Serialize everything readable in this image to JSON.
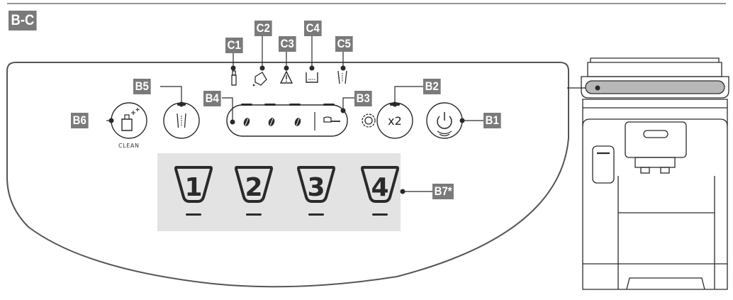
{
  "section_label": "B-C",
  "callouts": {
    "B1": "B1",
    "B2": "B2",
    "B3": "B3",
    "B4": "B4",
    "B5": "B5",
    "B6": "B6",
    "B7": "B7*",
    "C1": "C1",
    "C2": "C2",
    "C3": "C3",
    "C4": "C4",
    "C5": "C5"
  },
  "buttons": {
    "clean_label": "CLEAN",
    "double_label": "x2"
  },
  "presets": [
    {
      "number": "1"
    },
    {
      "number": "2"
    },
    {
      "number": "3"
    },
    {
      "number": "4"
    }
  ],
  "colors": {
    "line": "#2a2a2a",
    "tag_bg": "#7a7a7a",
    "panel_fill": "#e6e6e6",
    "preset_bg": "#e3e3e3",
    "led": "#2a2a2a"
  },
  "icons": {
    "C1": "milk-tube-icon",
    "C2": "descale-icon",
    "C3": "warning-icon",
    "C4": "water-tank-icon",
    "C5": "grounds-container-icon",
    "B1": "power-icon",
    "B2": "settings-icon",
    "B3": "pre-ground-coffee-icon",
    "B4": "coffee-bean-icon",
    "B5": "grounds-icon",
    "B6": "cleaning-icon"
  }
}
